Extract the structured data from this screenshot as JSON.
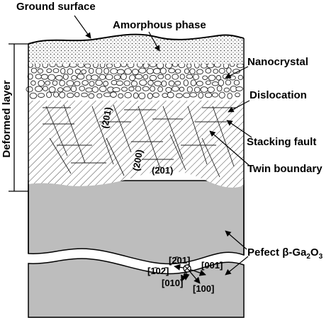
{
  "labels": {
    "ground_surface": "Ground surface",
    "amorphous_phase": "Amorphous phase",
    "nanocrystal": "Nanocrystal",
    "dislocation": "Dislocation",
    "stacking_fault": "Stacking fault",
    "twin_boundary": "Twin boundary",
    "perfect_crystal_prefix": "Pefect β-Ga",
    "perfect_crystal_sub1": "2",
    "perfect_crystal_mid": "O",
    "perfect_crystal_sub2": "3",
    "deformed_layer": "Deformed layer"
  },
  "planes": {
    "p201": "(201)",
    "p200": "(200)",
    "p_bar201": "(2̄01)"
  },
  "directions": {
    "d_bar201": "[2̄01]",
    "d001": "[001]",
    "d_bar10bar2": "[1̄02̄]",
    "d010": "[010]",
    "d100": "[100]"
  },
  "colors": {
    "perfect_crystal_fill": "#bdbdbd",
    "outline": "#000000",
    "background": "#ffffff"
  }
}
